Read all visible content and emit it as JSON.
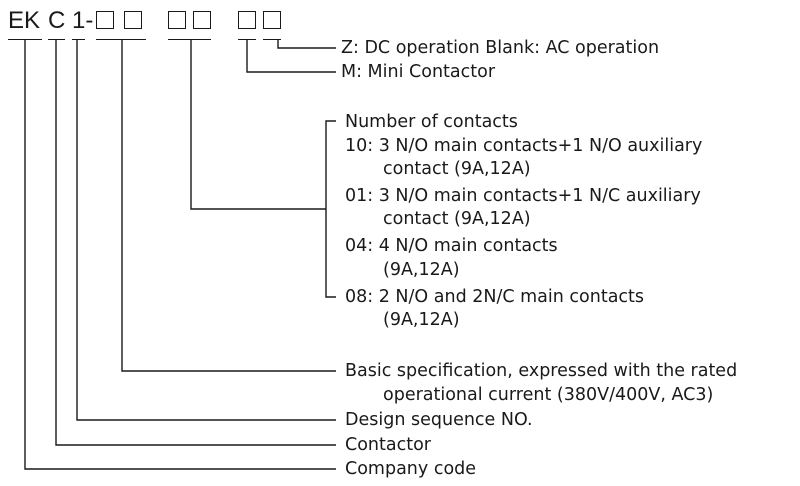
{
  "code": {
    "part1": "EK",
    "part2": "C",
    "part3": "1-"
  },
  "labels": {
    "z_dc": "Z: DC operation   Blank: AC operation",
    "m_mini": "M: Mini Contactor",
    "contacts_title": "Number of contacts",
    "c10_a": "10: 3 N/O main contacts+1 N/O auxiliary",
    "c10_b": "contact (9A,12A)",
    "c01_a": "01: 3 N/O main contacts+1 N/C auxiliary",
    "c01_b": "contact (9A,12A)",
    "c04_a": "04: 4 N/O main contacts",
    "c04_b": "(9A,12A)",
    "c08_a": "08: 2 N/O and 2N/C main contacts",
    "c08_b": "(9A,12A)",
    "basic_a": "Basic specification, expressed with the rated",
    "basic_b": "operational current (380V/400V, AC3)",
    "design": "Design sequence NO.",
    "contactor": "Contactor",
    "company": "Company code"
  }
}
